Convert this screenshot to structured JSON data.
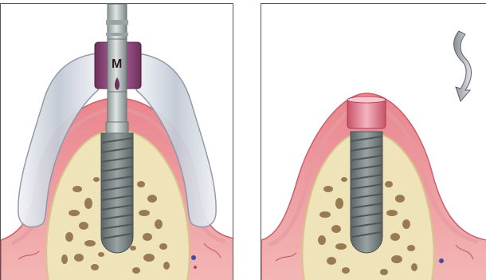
{
  "panels": [
    {
      "id": "left",
      "description_name": "implant-with-tissue-punch-guide",
      "mount_label": "M"
    },
    {
      "id": "right",
      "description_name": "implant-with-healing-cap"
    }
  ],
  "colors": {
    "gum": "#f0a8a8",
    "gum_dark": "#d96e76",
    "bone": "#efe3b9",
    "bone_holes": "#8a6a40",
    "implant": "#7c8686",
    "guide": "#c9ced8",
    "collar": "#8e4a78",
    "healing_cap": "#e07a8a"
  },
  "icons": [
    "rotation-arrow-icon"
  ]
}
